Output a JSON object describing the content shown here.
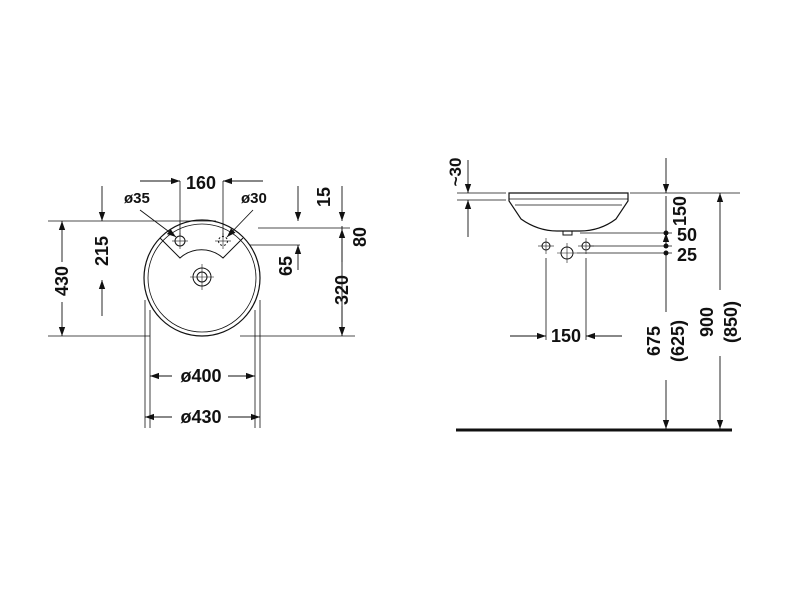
{
  "colors": {
    "line": "#111111",
    "background": "#ffffff"
  },
  "top_view": {
    "dim_160": "160",
    "dim_dia35": "ø35",
    "dim_dia30": "ø30",
    "dim_15": "15",
    "dim_80": "80",
    "dim_215": "215",
    "dim_430_height": "430",
    "dim_65": "65",
    "dim_320": "320",
    "dim_dia400": "ø400",
    "dim_dia430": "ø430"
  },
  "side_view": {
    "dim_approx30": "~30",
    "dim_150_height": "150",
    "dim_50": "50",
    "dim_25": "25",
    "dim_150_width": "150",
    "dim_675": "675",
    "dim_625": "(625)",
    "dim_900": "900",
    "dim_850": "(850)"
  }
}
